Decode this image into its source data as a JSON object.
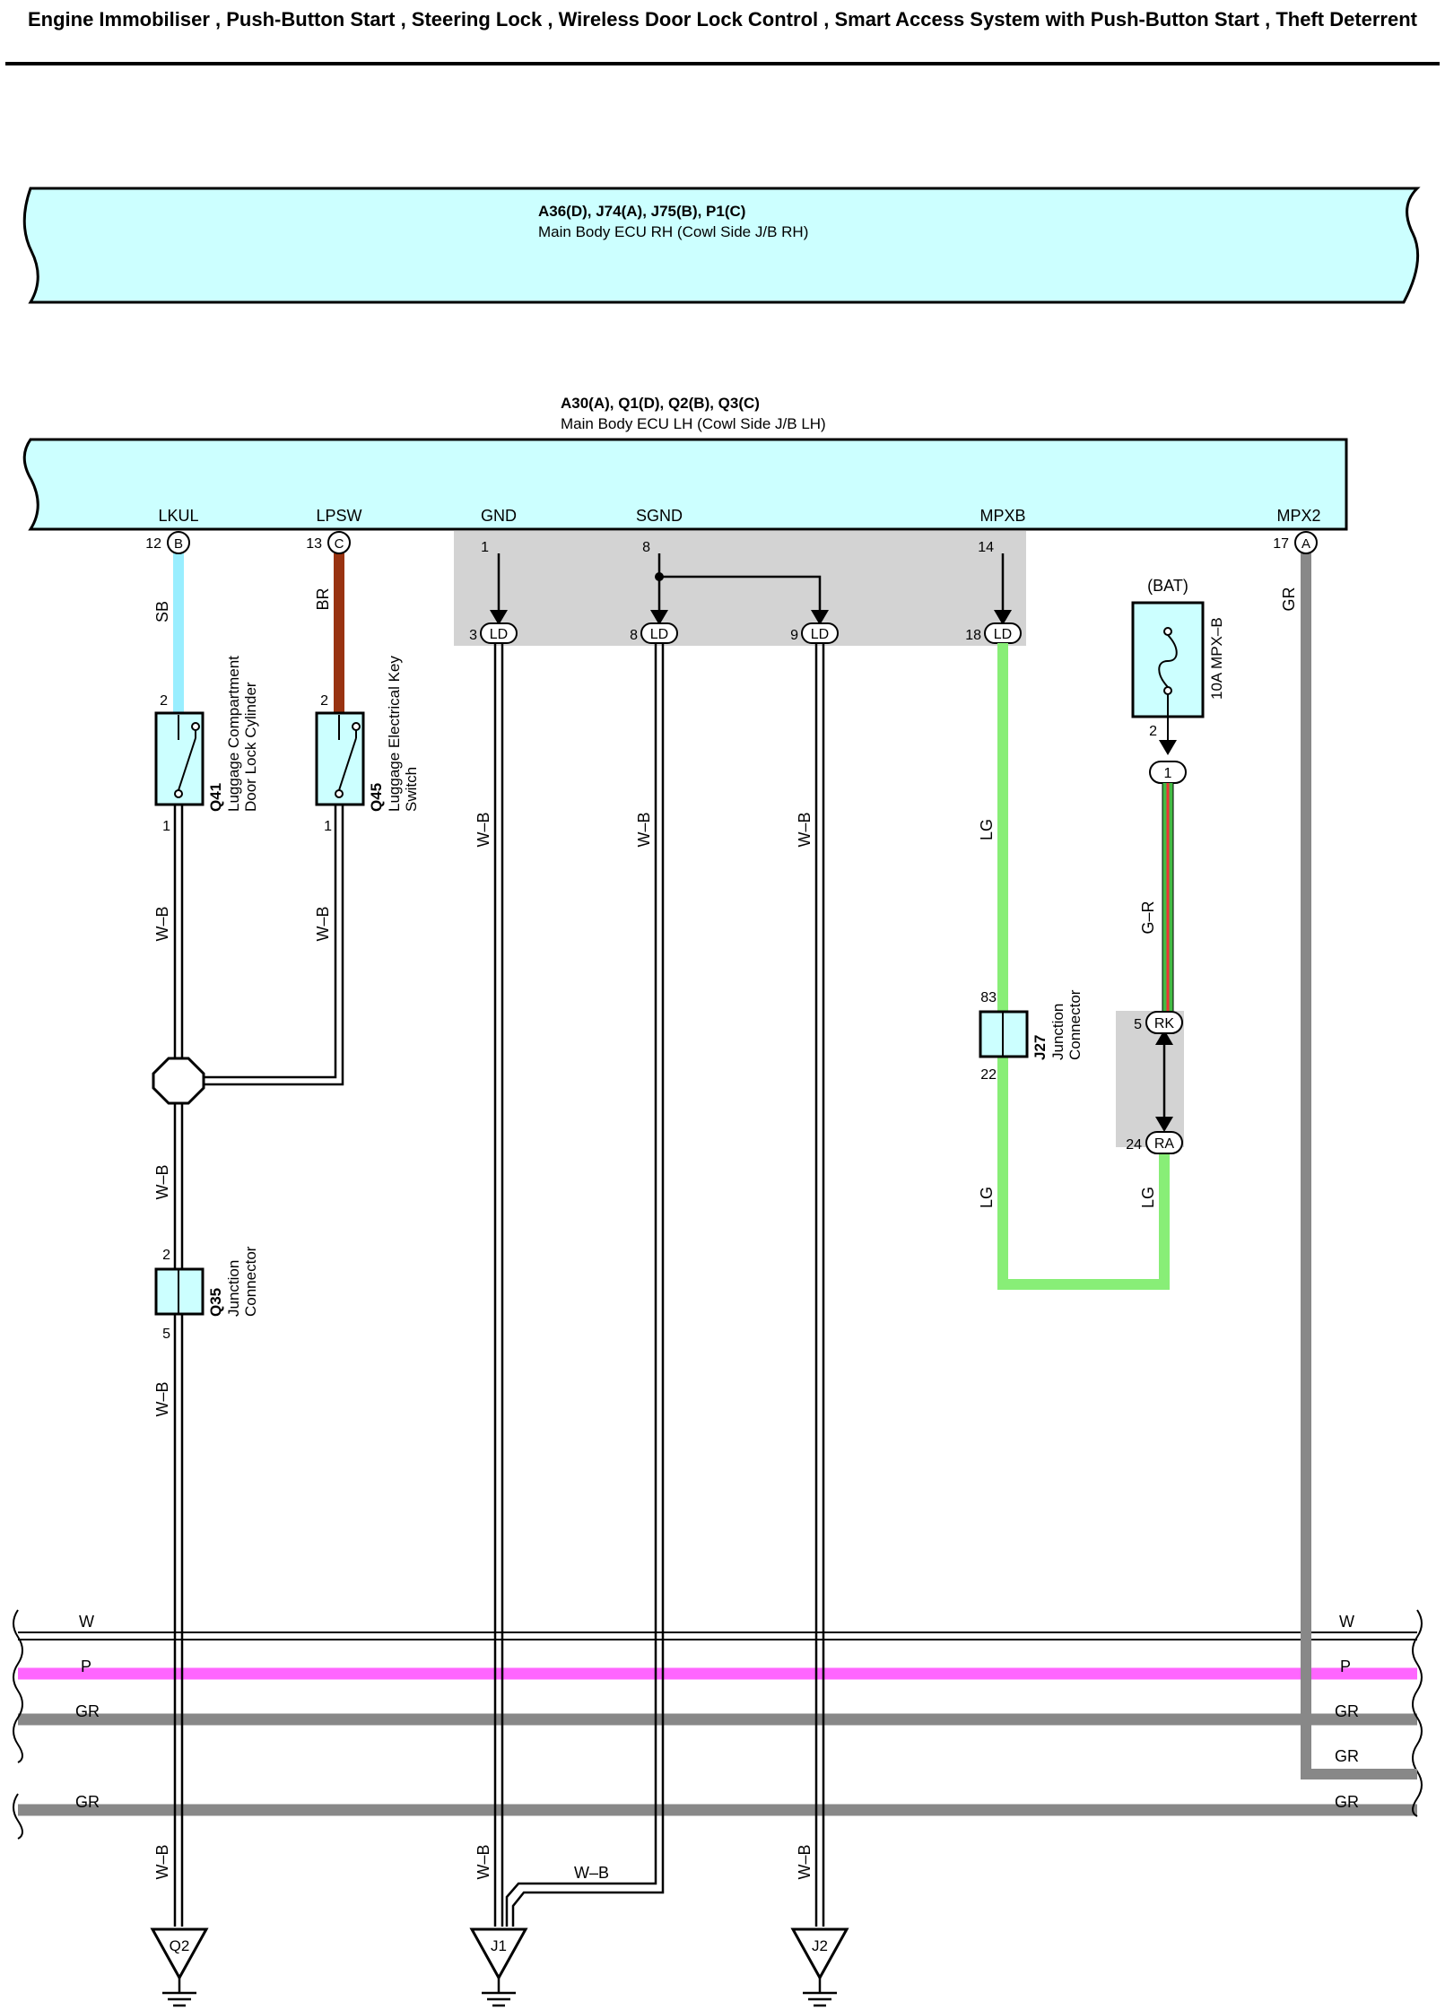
{
  "title": "Engine Immobiliser , Push-Button Start , Steering Lock , Wireless Door Lock Control , Smart Access System with Push-Button Start , Theft Deterrent",
  "colors": {
    "ecu_fill": "#ccffff",
    "splice_fill": "#d3d3d3",
    "wire_SB": "#99eeff",
    "wire_BR": "#993311",
    "wire_LG": "#88ee77",
    "wire_GR": "#888888",
    "wire_P": "#ff66ff",
    "wire_GR_stripe_green": "#44bb44",
    "wire_GR_stripe_red": "#ee3333"
  },
  "ecu_rh": {
    "connectors": "A36(D), J74(A), J75(B), P1(C)",
    "name": "Main Body ECU RH (Cowl Side J/B RH)"
  },
  "ecu_lh": {
    "connectors": "A30(A), Q1(D), Q2(B), Q3(C)",
    "name": "Main Body ECU LH (Cowl Side J/B LH)",
    "terminals": {
      "lkul": {
        "name": "LKUL",
        "pin": "12",
        "conn": "B"
      },
      "lpsw": {
        "name": "LPSW",
        "pin": "13",
        "conn": "C"
      },
      "gnd": {
        "name": "GND",
        "pin": "1"
      },
      "sgnd": {
        "name": "SGND",
        "pin": "8"
      },
      "mpxb": {
        "name": "MPXB",
        "pin": "14"
      },
      "mpx2": {
        "name": "MPX2",
        "pin": "17",
        "conn": "A"
      }
    }
  },
  "ld_connectors": [
    {
      "pin": "3",
      "label": "LD"
    },
    {
      "pin": "8",
      "label": "LD"
    },
    {
      "pin": "9",
      "label": "LD"
    },
    {
      "pin": "18",
      "label": "LD"
    }
  ],
  "wires": {
    "sb": "SB",
    "br": "BR",
    "gr": "GR",
    "wb1": "W–B",
    "wb2": "W–B",
    "wb3": "W–B",
    "wb4": "W–B",
    "wb5": "W–B",
    "wb6": "W–B",
    "wb7": "W–B",
    "wb8": "W–B",
    "wb9": "W–B",
    "wb10": "W–B",
    "wb11": "W–B",
    "lg1": "LG",
    "lg2": "LG",
    "lg3": "LG",
    "gr_r": "G–R"
  },
  "q41": {
    "code": "Q41",
    "name1": "Luggage Compartment",
    "name2": "Door Lock Cylinder",
    "pin_top": "2",
    "pin_bottom": "1"
  },
  "q45": {
    "code": "Q45",
    "name1": "Luggage Electrical Key",
    "name2": "Switch",
    "pin_top": "2",
    "pin_bottom": "1"
  },
  "q35": {
    "code": "Q35",
    "name1": "Junction",
    "name2": "Connector",
    "pin_top": "2",
    "pin_bottom": "5"
  },
  "j27": {
    "code": "J27",
    "name1": "Junction",
    "name2": "Connector",
    "pin_top": "83",
    "pin_bottom": "22"
  },
  "fuse": {
    "source": "(BAT)",
    "name": "10A MPX–B",
    "pin": "2",
    "conn_pin": "1"
  },
  "rk": {
    "pin": "5",
    "label": "RK"
  },
  "ra": {
    "pin": "24",
    "label": "RA"
  },
  "bus": [
    {
      "label_left": "W",
      "label_right": "W"
    },
    {
      "label_left": "P",
      "label_right": "P"
    },
    {
      "label_left": "GR",
      "label_right": "GR"
    },
    {
      "label_left": "",
      "label_right": "GR"
    },
    {
      "label_left": "GR",
      "label_right": "GR"
    }
  ],
  "grounds": [
    "Q2",
    "J1",
    "J2"
  ]
}
